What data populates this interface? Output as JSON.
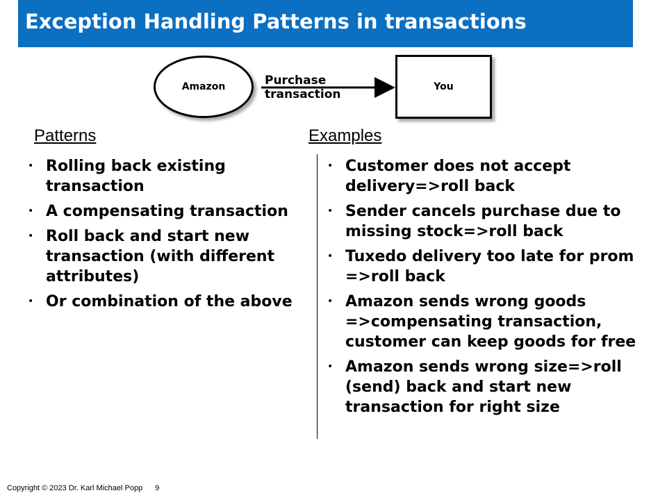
{
  "title": "Exception Handling Patterns in transactions",
  "diagram": {
    "source_node": "Amazon",
    "target_node": "You",
    "edge_label_line1": "Purchase",
    "edge_label_line2": "transaction"
  },
  "patterns": {
    "heading": "Patterns",
    "items": [
      "Rolling back existing transaction",
      "A compensating transaction",
      "Roll back and start new transaction (with different attributes)",
      "Or combination of the above"
    ]
  },
  "examples": {
    "heading": "Examples",
    "items": [
      "Customer does not accept delivery=>roll back",
      "Sender cancels purchase due to missing stock=>roll back",
      "Tuxedo delivery too late for prom =>roll back",
      "Amazon sends wrong goods =>compensating transaction, customer can keep goods for free",
      "Amazon sends wrong size=>roll (send) back and start new transaction for right size"
    ]
  },
  "footer": {
    "copyright": "Copyright  © 2023 Dr. Karl Michael Popp",
    "page_number": "9"
  },
  "colors": {
    "title_bar": "#0b6fc2",
    "title_text": "#ffffff"
  },
  "bullet_glyph": "•"
}
